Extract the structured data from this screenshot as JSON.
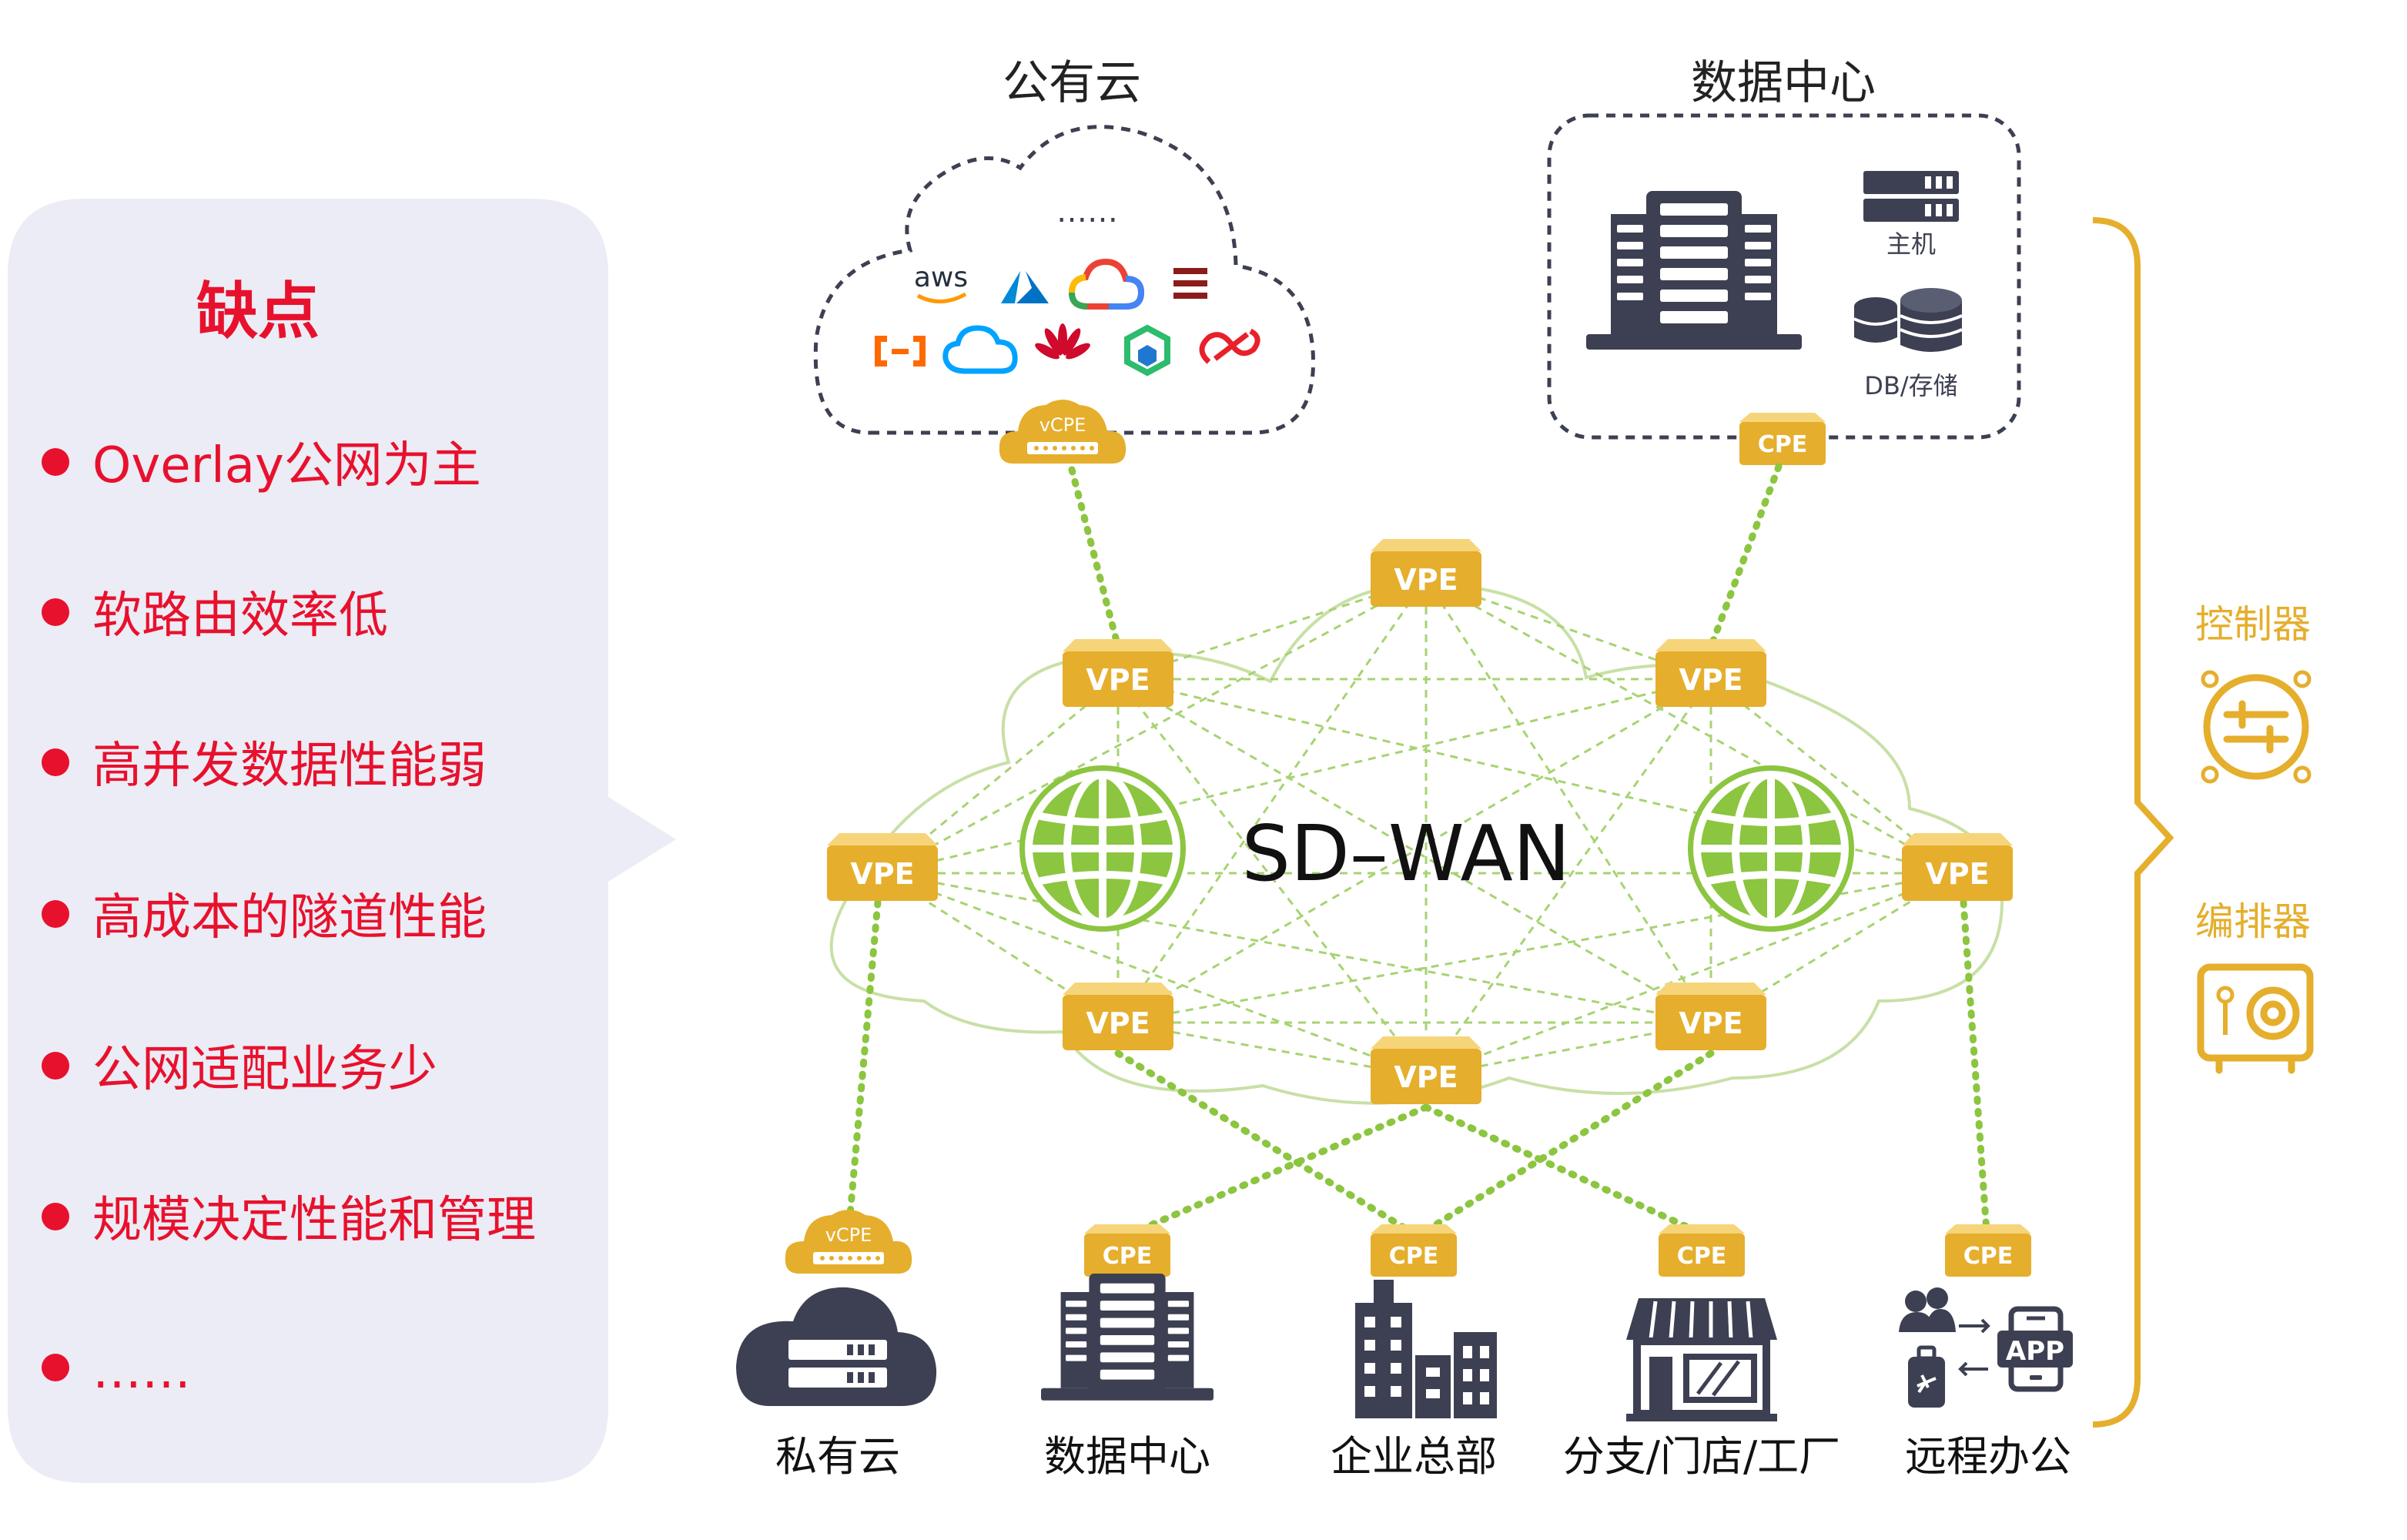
{
  "disadvantages": {
    "title": "缺点",
    "items": [
      "Overlay公网为主",
      "软路由效率低",
      "高并发数据性能弱",
      "高成本的隧道性能",
      "公网适配业务少",
      "规模决定性能和管理",
      "……"
    ]
  },
  "public_cloud": {
    "title": "公有云",
    "ellipsis": "……",
    "aws_label": "aws",
    "gateway_label": "vCPE"
  },
  "datacenter_top": {
    "title": "数据中心",
    "host_label": "主机",
    "storage_label": "DB/存储",
    "gateway_label": "CPE"
  },
  "wan": {
    "label": "SD–WAN",
    "node_label": "VPE"
  },
  "sites": [
    {
      "label": "私有云",
      "gateway": "vCPE"
    },
    {
      "label": "数据中心",
      "gateway": "CPE"
    },
    {
      "label": "企业总部",
      "gateway": "CPE"
    },
    {
      "label": "分支/门店/工厂",
      "gateway": "CPE"
    },
    {
      "label": "远程办公",
      "gateway": "CPE",
      "app_label": "APP"
    }
  ],
  "control": {
    "controller_label": "控制器",
    "orchestrator_label": "编排器"
  },
  "colors": {
    "red": "#e8112d",
    "gold": "#e5ae2c",
    "gold_light": "#f2c94e",
    "green": "#8cc53f",
    "navy": "#3d4052",
    "panel": "#ebecf5"
  }
}
